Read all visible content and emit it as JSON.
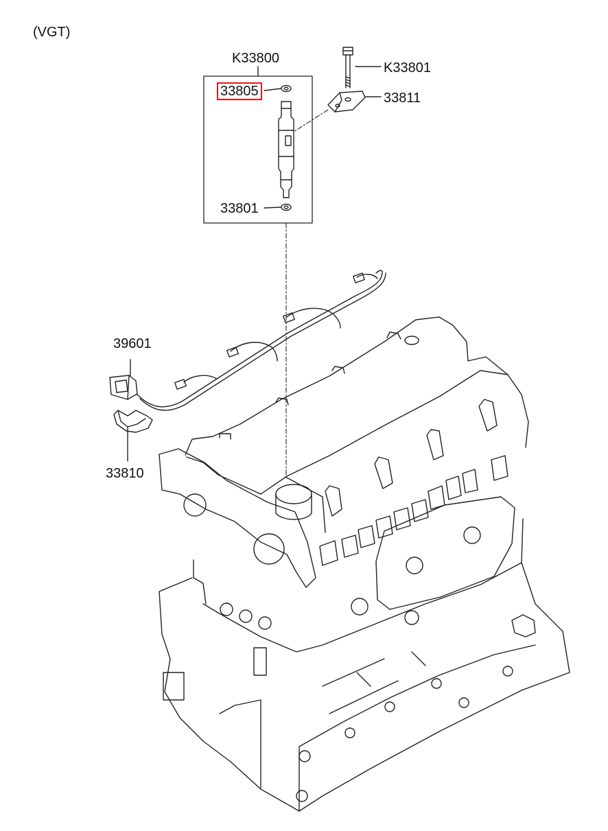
{
  "diagram": {
    "variant_label": "(VGT)",
    "highlight_color": "#e0191b",
    "line_color": "#222222",
    "parts": [
      {
        "id": "K33800",
        "name": "injector-assembly"
      },
      {
        "id": "K33801",
        "name": "bolt"
      },
      {
        "id": "33811",
        "name": "clamp"
      },
      {
        "id": "33805",
        "name": "washer",
        "highlighted": true
      },
      {
        "id": "33801",
        "name": "seal-washer"
      },
      {
        "id": "39601",
        "name": "wiring-harness"
      },
      {
        "id": "33810",
        "name": "harness-bracket"
      }
    ]
  }
}
